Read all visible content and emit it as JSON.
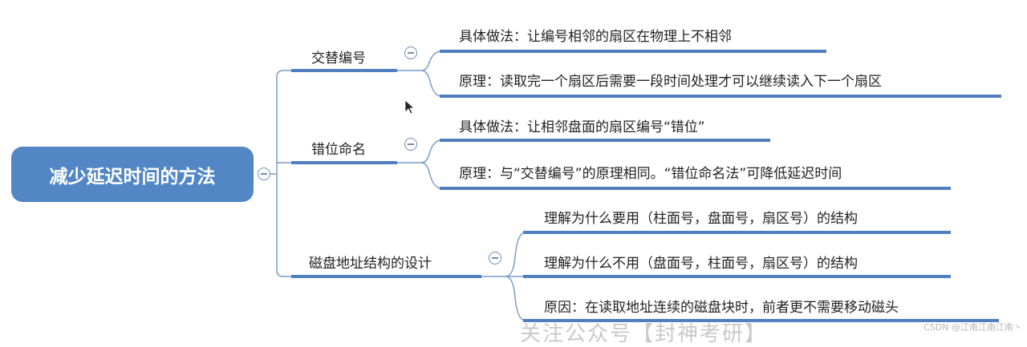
{
  "root": "减少延迟时间的方法",
  "branches": [
    {
      "label": "交替编号",
      "children": [
        "具体做法：让编号相邻的扇区在物理上不相邻",
        "原理：读取完一个扇区后需要一段时间处理才可以继续读入下一个扇区"
      ]
    },
    {
      "label": "错位命名",
      "children": [
        "具体做法：让相邻盘面的扇区编号“错位”",
        "原理：与“交替编号”的原理相同。“错位命名法”可降低延迟时间"
      ]
    },
    {
      "label": "磁盘地址结构的设计",
      "children": [
        "理解为什么要用（柱面号，盘面号，扇区号）的结构",
        "理解为什么不用（盘面号，柱面号，扇区号）的结构",
        "原因：在读取地址连续的磁盘块时，前者更不需要移动磁头"
      ]
    }
  ],
  "watermark": "关注公众号【封神考研】",
  "credit": "CSDN @江南江南江南丶",
  "colors": {
    "accent": "#5286c5",
    "line": "#6f8db5"
  }
}
